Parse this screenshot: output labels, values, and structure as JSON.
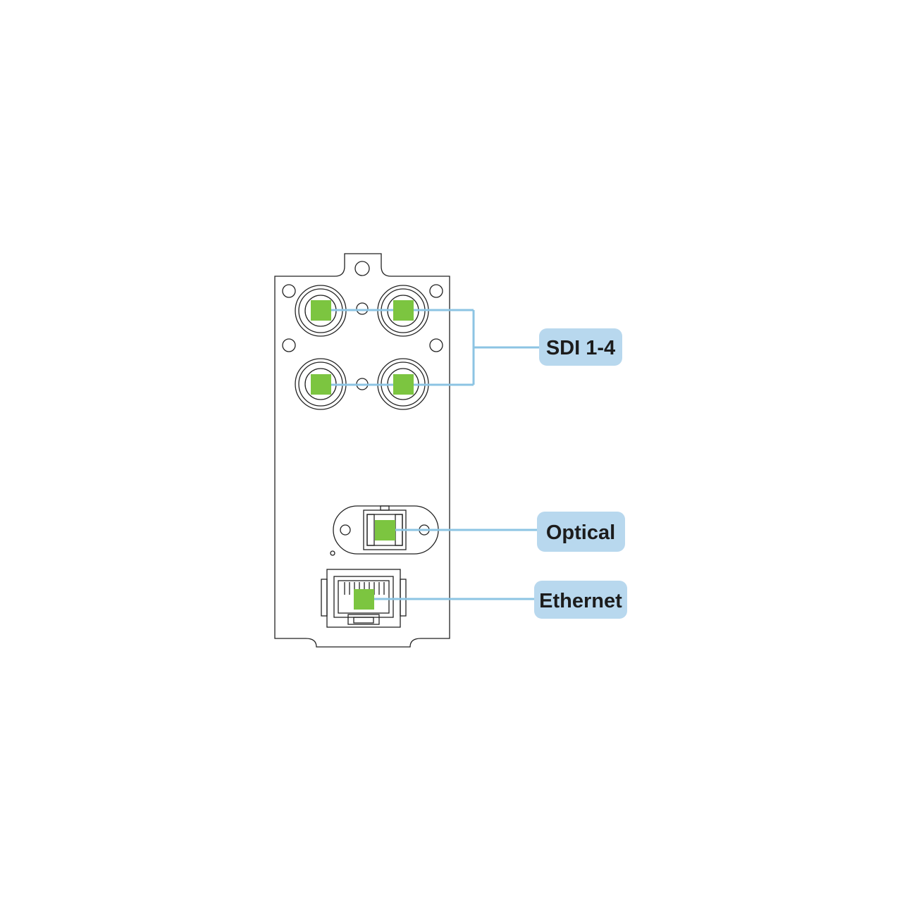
{
  "labels": {
    "sdi": "SDI 1-4",
    "optical": "Optical",
    "ethernet": "Ethernet"
  },
  "colors": {
    "panel_stroke": "#222222",
    "connector_highlight": "#7cc540",
    "leader_line": "#8cc4e3",
    "label_background": "#b8d8ee",
    "label_text": "#1c1c1c"
  }
}
